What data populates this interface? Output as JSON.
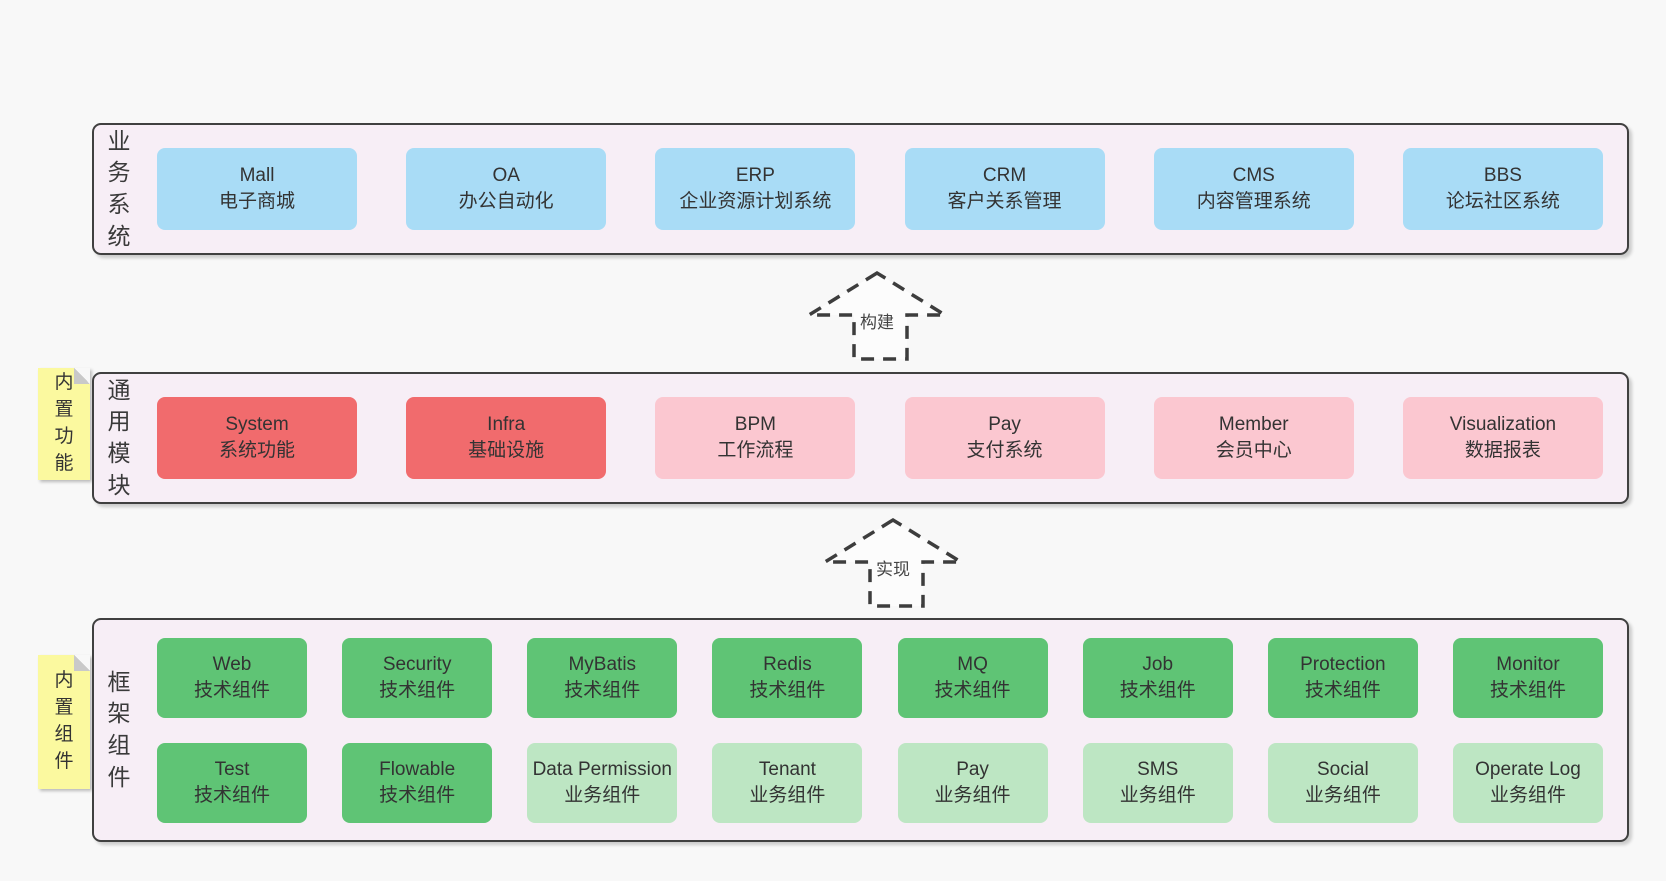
{
  "colors": {
    "page_bg": "#f8f8f8",
    "container_bg": "#f7eef6",
    "container_border": "#404040",
    "box_blue": "#a9dcf6",
    "box_red": "#f16b6d",
    "box_pink": "#fbc7d0",
    "box_green": "#5fc475",
    "box_light_green": "#bde6c3",
    "note_yellow": "#fbf99f",
    "text": "#333333"
  },
  "layers": [
    {
      "label": "业务系统",
      "boxes": [
        {
          "title": "Mall",
          "subtitle": "电子商城"
        },
        {
          "title": "OA",
          "subtitle": "办公自动化"
        },
        {
          "title": "ERP",
          "subtitle": "企业资源计划系统"
        },
        {
          "title": "CRM",
          "subtitle": "客户关系管理"
        },
        {
          "title": "CMS",
          "subtitle": "内容管理系统"
        },
        {
          "title": "BBS",
          "subtitle": "论坛社区系统"
        }
      ]
    },
    {
      "label": "通用模块",
      "note": "内置功能",
      "boxes": [
        {
          "title": "System",
          "subtitle": "系统功能"
        },
        {
          "title": "Infra",
          "subtitle": "基础设施"
        },
        {
          "title": "BPM",
          "subtitle": "工作流程"
        },
        {
          "title": "Pay",
          "subtitle": "支付系统"
        },
        {
          "title": "Member",
          "subtitle": "会员中心"
        },
        {
          "title": "Visualization",
          "subtitle": "数据报表"
        }
      ]
    },
    {
      "label": "框架组件",
      "note": "内置组件",
      "rows": [
        [
          {
            "title": "Web",
            "subtitle": "技术组件"
          },
          {
            "title": "Security",
            "subtitle": "技术组件"
          },
          {
            "title": "MyBatis",
            "subtitle": "技术组件"
          },
          {
            "title": "Redis",
            "subtitle": "技术组件"
          },
          {
            "title": "MQ",
            "subtitle": "技术组件"
          },
          {
            "title": "Job",
            "subtitle": "技术组件"
          },
          {
            "title": "Protection",
            "subtitle": "技术组件"
          },
          {
            "title": "Monitor",
            "subtitle": "技术组件"
          }
        ],
        [
          {
            "title": "Test",
            "subtitle": "技术组件"
          },
          {
            "title": "Flowable",
            "subtitle": "技术组件"
          },
          {
            "title": "Data Permission",
            "subtitle": "业务组件"
          },
          {
            "title": "Tenant",
            "subtitle": "业务组件"
          },
          {
            "title": "Pay",
            "subtitle": "业务组件"
          },
          {
            "title": "SMS",
            "subtitle": "业务组件"
          },
          {
            "title": "Social",
            "subtitle": "业务组件"
          },
          {
            "title": "Operate Log",
            "subtitle": "业务组件"
          }
        ]
      ]
    }
  ],
  "arrows": [
    {
      "label": "构建"
    },
    {
      "label": "实现"
    }
  ]
}
